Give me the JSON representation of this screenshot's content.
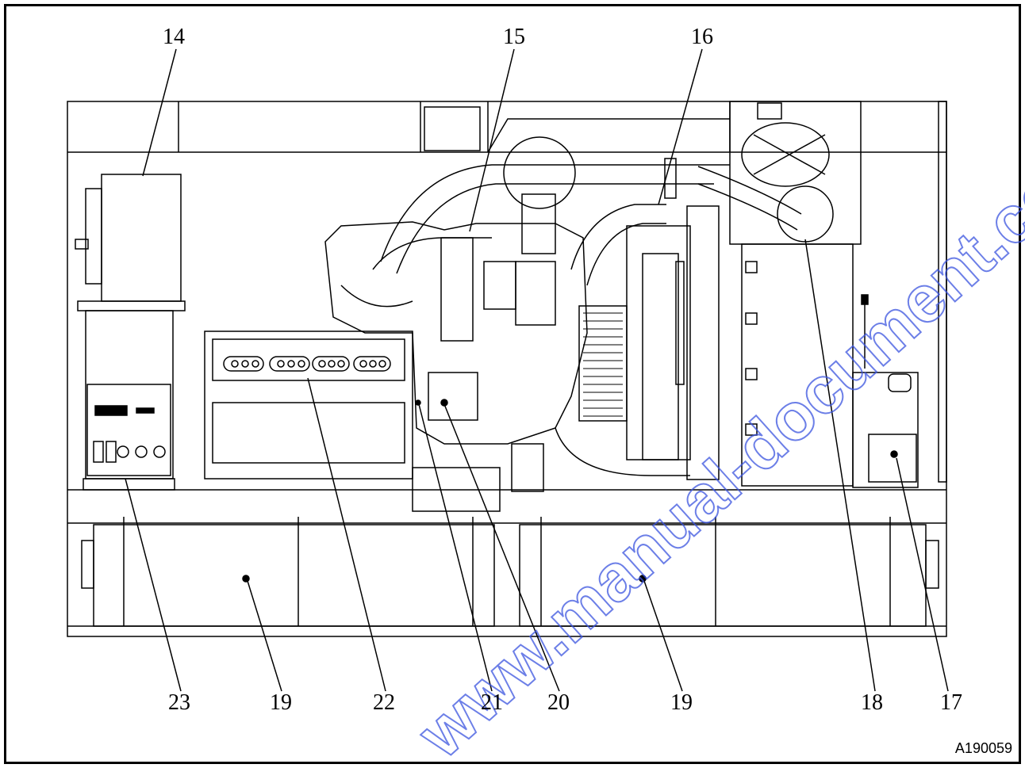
{
  "callouts": {
    "c14": "14",
    "c15": "15",
    "c16": "16",
    "c17": "17",
    "c18": "18",
    "c19a": "19",
    "c19b": "19",
    "c20": "20",
    "c21": "21",
    "c22": "22",
    "c23": "23"
  },
  "figure_id": "A190059",
  "watermark": "www.manual-document.com to order your parts",
  "colors": {
    "line": "#000000",
    "watermark": "#3c55e0"
  }
}
